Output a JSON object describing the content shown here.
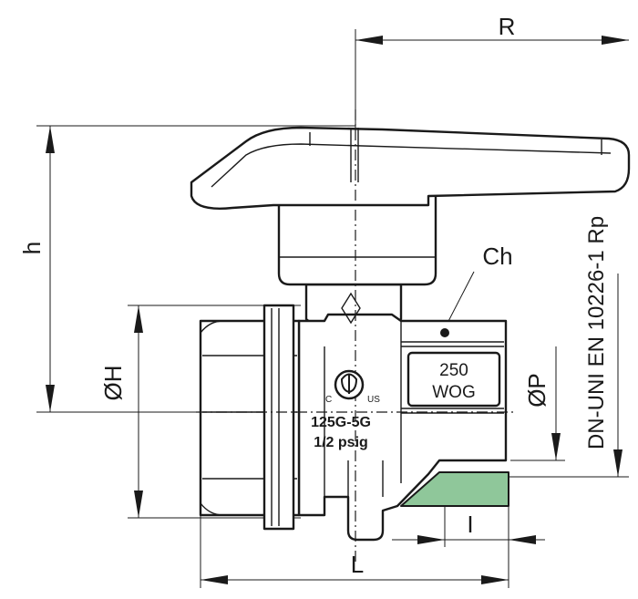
{
  "labels": {
    "R": "R",
    "h": "h",
    "Ch": "Ch",
    "OH": "ØH",
    "OP": "ØP",
    "L": "L",
    "I": "I",
    "standard": "DN-UNI EN 10226-1 Rp"
  },
  "markings": {
    "rating_top": "250",
    "rating_bottom": "WOG",
    "model": "125G-5G",
    "pressure": "1/2 psig",
    "cert_c": "C",
    "cert_us": "US"
  },
  "colors": {
    "line": "#1a1a1a",
    "thread_fill": "#8fc79a",
    "background": "#ffffff"
  }
}
